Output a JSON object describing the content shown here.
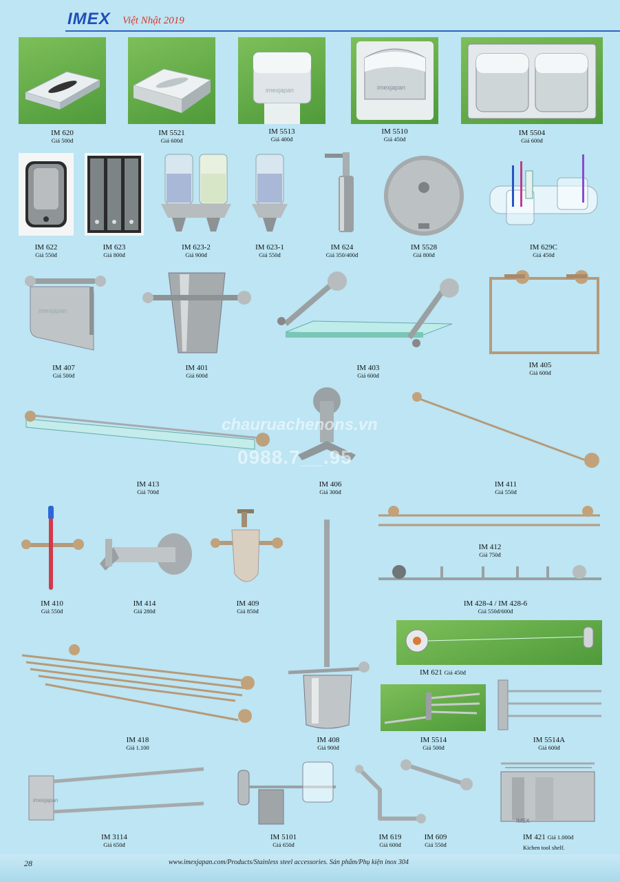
{
  "header": {
    "brand": "IMEX",
    "edition": "Việt Nhật 2019"
  },
  "watermark": {
    "site": "chauruachenons.vn",
    "phone": "0988.7__.95"
  },
  "products": {
    "im620": {
      "code": "IM 620",
      "price": "Giá 500đ"
    },
    "im5521": {
      "code": "IM 5521",
      "price": "Giá 600đ"
    },
    "im5513": {
      "code": "IM 5513",
      "price": "Giá 400đ"
    },
    "im5510": {
      "code": "IM 5510",
      "price": "Giá 450đ"
    },
    "im5504": {
      "code": "IM 5504",
      "price": "Giá 600đ"
    },
    "im622": {
      "code": "IM 622",
      "price": "Giá 550đ"
    },
    "im623": {
      "code": "IM 623",
      "price": "Giá 800đ"
    },
    "im6232": {
      "code": "IM 623-2",
      "price": "Giá 900đ"
    },
    "im6231": {
      "code": "IM 623-1",
      "price": "Giá 550đ"
    },
    "im624": {
      "code": "IM 624",
      "price": "Giá 350/400đ"
    },
    "im5528": {
      "code": "IM 5528",
      "price": "Giá 800đ"
    },
    "im629c": {
      "code": "IM 629C",
      "price": "Giá 450đ"
    },
    "im407": {
      "code": "IM 407",
      "price": "Giá 500đ"
    },
    "im401": {
      "code": "IM 401",
      "price": "Giá 600đ"
    },
    "im403": {
      "code": "IM 403",
      "price": "Giá 600đ"
    },
    "im405": {
      "code": "IM 405",
      "price": "Giá 600đ"
    },
    "im413": {
      "code": "IM 413",
      "price": "Giá 700đ"
    },
    "im406": {
      "code": "IM 406",
      "price": "Giá 300đ"
    },
    "im411": {
      "code": "IM 411",
      "price": "Giá 550đ"
    },
    "im410": {
      "code": "IM 410",
      "price": "Giá 550đ"
    },
    "im414": {
      "code": "IM 414",
      "price": "Giá 280đ"
    },
    "im409": {
      "code": "IM 409",
      "price": "Giá 850đ"
    },
    "im412": {
      "code": "IM 412",
      "price": "Giá 750đ"
    },
    "im428": {
      "code": "IM 428-4 / IM 428-6",
      "price": "Giá 550đ/600đ"
    },
    "im621": {
      "code": "IM 621",
      "price": "Giá 450đ"
    },
    "im418": {
      "code": "IM 418",
      "price": "Giá 1.100"
    },
    "im408": {
      "code": "IM 408",
      "price": "Giá 900đ"
    },
    "im5514": {
      "code": "IM 5514",
      "price": "Giá 500đ"
    },
    "im5514a": {
      "code": "IM 5514A",
      "price": "Giá 600đ"
    },
    "im3114": {
      "code": "IM 3114",
      "price": "Giá 650đ"
    },
    "im5101": {
      "code": "IM 5101",
      "price": "Giá 650đ"
    },
    "im619": {
      "code": "IM 619",
      "price": "Giá 600đ"
    },
    "im609": {
      "code": "IM 609",
      "price": "Giá 550đ"
    },
    "im421": {
      "code": "IM 421",
      "price": "Giá 1.000đ",
      "note": "Kichen tool shelf."
    }
  },
  "photo_watermark": "imexjapan",
  "footer": {
    "page_number": "28",
    "text": "www.imexjapan.com/Products/Stainless steel accessories. Sản phẩm/Phụ kiện inox 304"
  }
}
